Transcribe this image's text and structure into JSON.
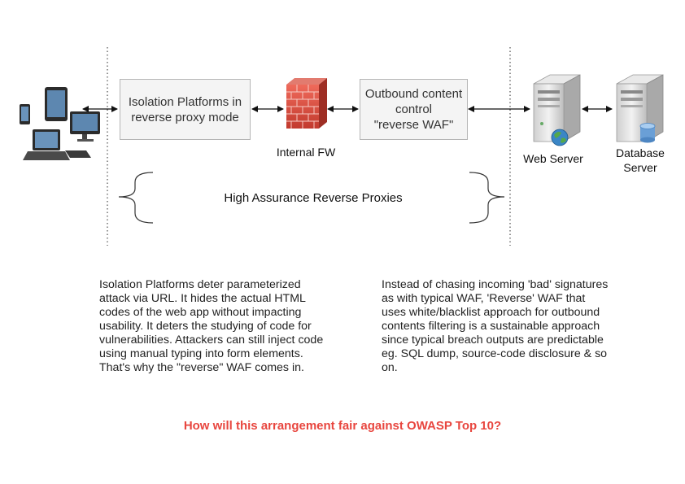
{
  "diagram": {
    "isolation_box": "Isolation Platforms in reverse proxy mode",
    "firewall_label": "Internal FW",
    "outbound_box_line1": "Outbound content",
    "outbound_box_line2": "control",
    "outbound_box_line3": "\"reverse WAF\"",
    "web_server_label": "Web Server",
    "database_label_line1": "Database",
    "database_label_line2": "Server",
    "brace_label": "High Assurance Reverse Proxies"
  },
  "notes": {
    "left": "Isolation Platforms deter parameterized attack via URL. It hides the actual HTML codes of the web app without impacting usability. It deters the studying of code for vulnerabilities. Attackers can still inject code using manual typing into form elements. That's why the \"reverse\" WAF comes in.",
    "right": "Instead of chasing incoming 'bad' signatures as with typical WAF, 'Reverse' WAF that uses white/blacklist approach for outbound contents filtering is a sustainable approach since typical breach outputs are predictable eg. SQL dump, source-code disclosure & so on."
  },
  "question": "How will this arrangement fair against OWASP Top 10?",
  "colors": {
    "question": "#e8463f",
    "firewall": "#d9473a",
    "box_fill": "#f4f4f4",
    "box_border": "#b5b5b5"
  },
  "icons": [
    "client-devices-icon",
    "firewall-icon",
    "web-server-icon",
    "globe-icon",
    "database-server-icon",
    "database-cylinder-icon"
  ]
}
